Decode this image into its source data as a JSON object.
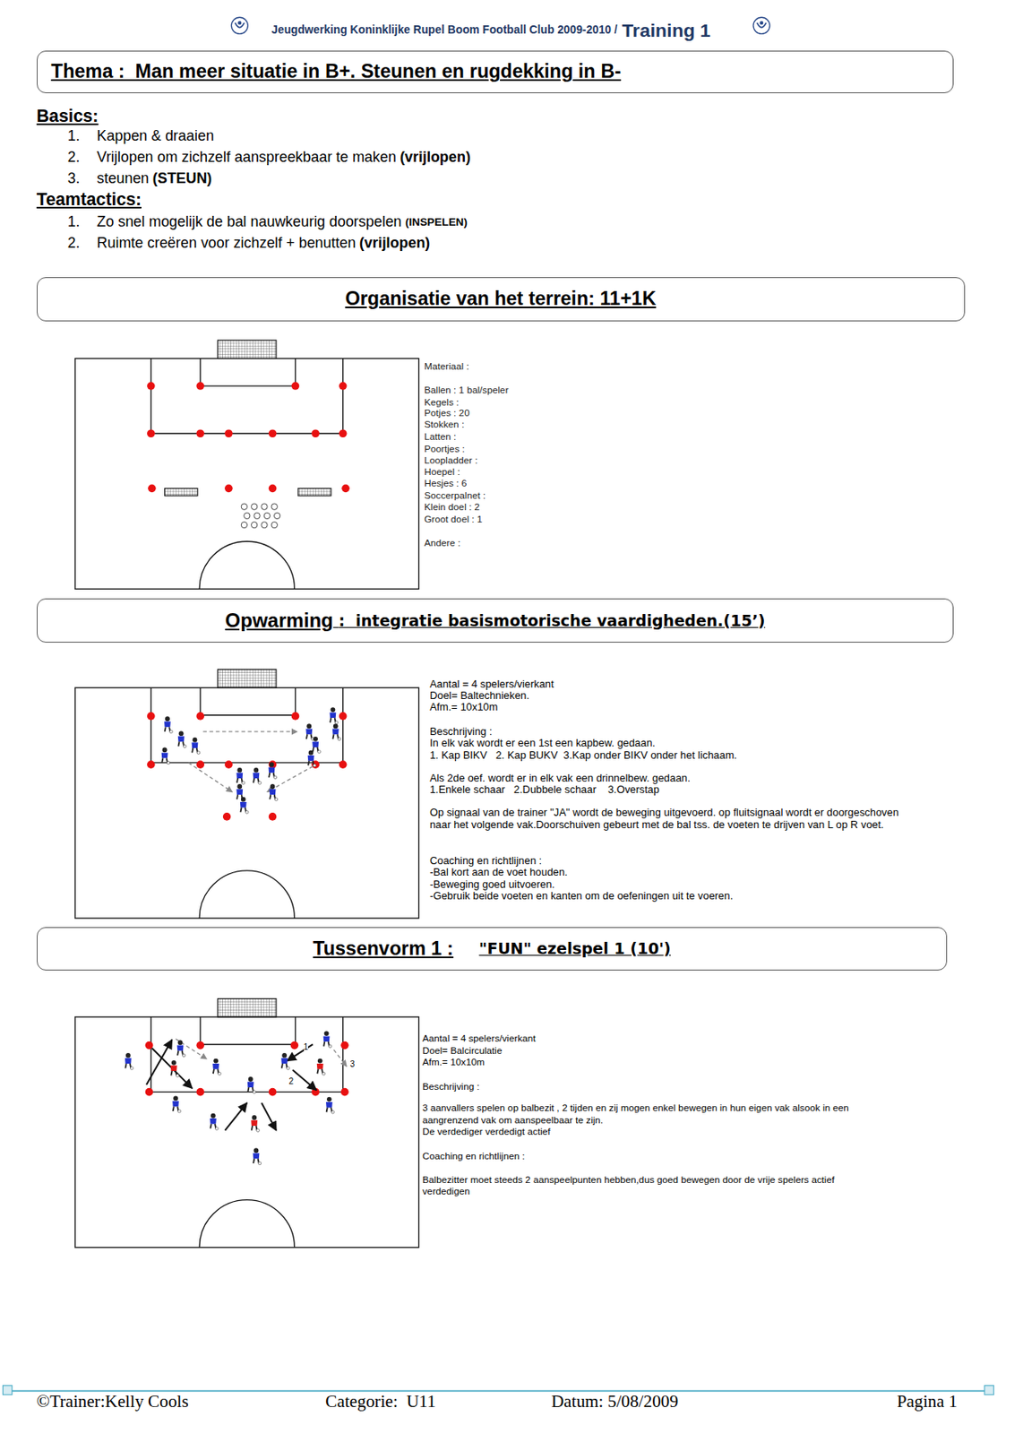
{
  "diagram": {
    "title": "Jeugdwerking Koninklijke Rupel Boom Football Club 2009-2010 /",
    "nodes": [
      {
        "text": [
          "Thema :  Man meer situatie in B+. Steunen en rugdekking in B-"
        ]
      },
      {
        "text": [
          "Organisatie van het terrein: 11+1K"
        ]
      },
      {
        "text": [
          "Opwarming",
          " :  integratie basismotorische vaardigheden.(15’)"
        ]
      },
      {
        "text": [
          "Tussenvorm 1 :",
          "\"FUN\" ezelspel 1 (10')"
        ]
      }
    ],
    "labels": [
      "Training 1",
      "Basics:",
      "1.",
      "Kappen & draaien",
      "2.",
      "Vrijlopen om zichzelf aanspreekbaar te maken",
      "(vrijlopen)",
      "3.",
      "steunen",
      "(STEUN)",
      "Teamtactics:",
      "1.",
      "Zo snel mogelijk de bal nauwkeurig doorspelen",
      "(INSPELEN)",
      "2.",
      "Ruimte creëren voor zichzelf + benutten",
      "(vrijlopen)",
      "Materiaal :",
      "Ballen : 1 bal/speler",
      "Kegels :",
      "Potjes : 20",
      "Stokken :",
      "Latten :",
      "Poortjes :",
      "Loopladder :",
      "Hoepel :",
      "Hesjes : 6",
      "Soccerpalnet :",
      "Klein doel : 2",
      "Groot doel : 1",
      "Andere :",
      "Aantal = 4 spelers/vierkant",
      "Doel= Baltechnieken.",
      "Afm.= 10x10m",
      "Beschrijving :",
      "In elk vak wordt er een 1st een kapbew. gedaan.",
      "1. Kap BIKV   2. Kap BUKV  3.Kap onder BIKV onder het lichaam.",
      "Als 2de oef. wordt er in elk vak een drinnelbew. gedaan.",
      "1.Enkele schaar   2.Dubbele schaar    3.Overstap",
      "Op signaal van de trainer \"JA\" wordt de beweging uitgevoerd. op fluitsignaal wordt er doorgeschoven naar het volgende vak.Doorschuiven gebeurt met de bal tss. de voeten te drijven van L op R voet.",
      "Coaching en richtlijnen :",
      "-Bal kort aan de voet houden.",
      "-Beweging goed uitvoeren.",
      "-Gebruik beide voeten en kanten om de oefeningen uit te voeren.",
      "1",
      "2",
      "3",
      "Aantal = 4 spelers/vierkant",
      "Doel= Balcirculatie",
      "Afm.= 10x10m",
      "Beschrijving :",
      "3 aanvallers spelen op balbezit , 2 tijden en zij mogen enkel bewegen in hun eigen vak alsook in een aangrenzend vak om aanspeelbaar te zijn.",
      "De verdediger verdedigt actief",
      "Coaching en richtlijnen :",
      "Balbezitter moet steeds 2 aanspeelpunten hebben,dus goed bewegen door de vrije spelers actief verdedigen",
      "©Trainer:Kelly Cools",
      "Categorie:  U11",
      "Datum: 5/08/2009",
      "Pagina 1"
    ]
  }
}
